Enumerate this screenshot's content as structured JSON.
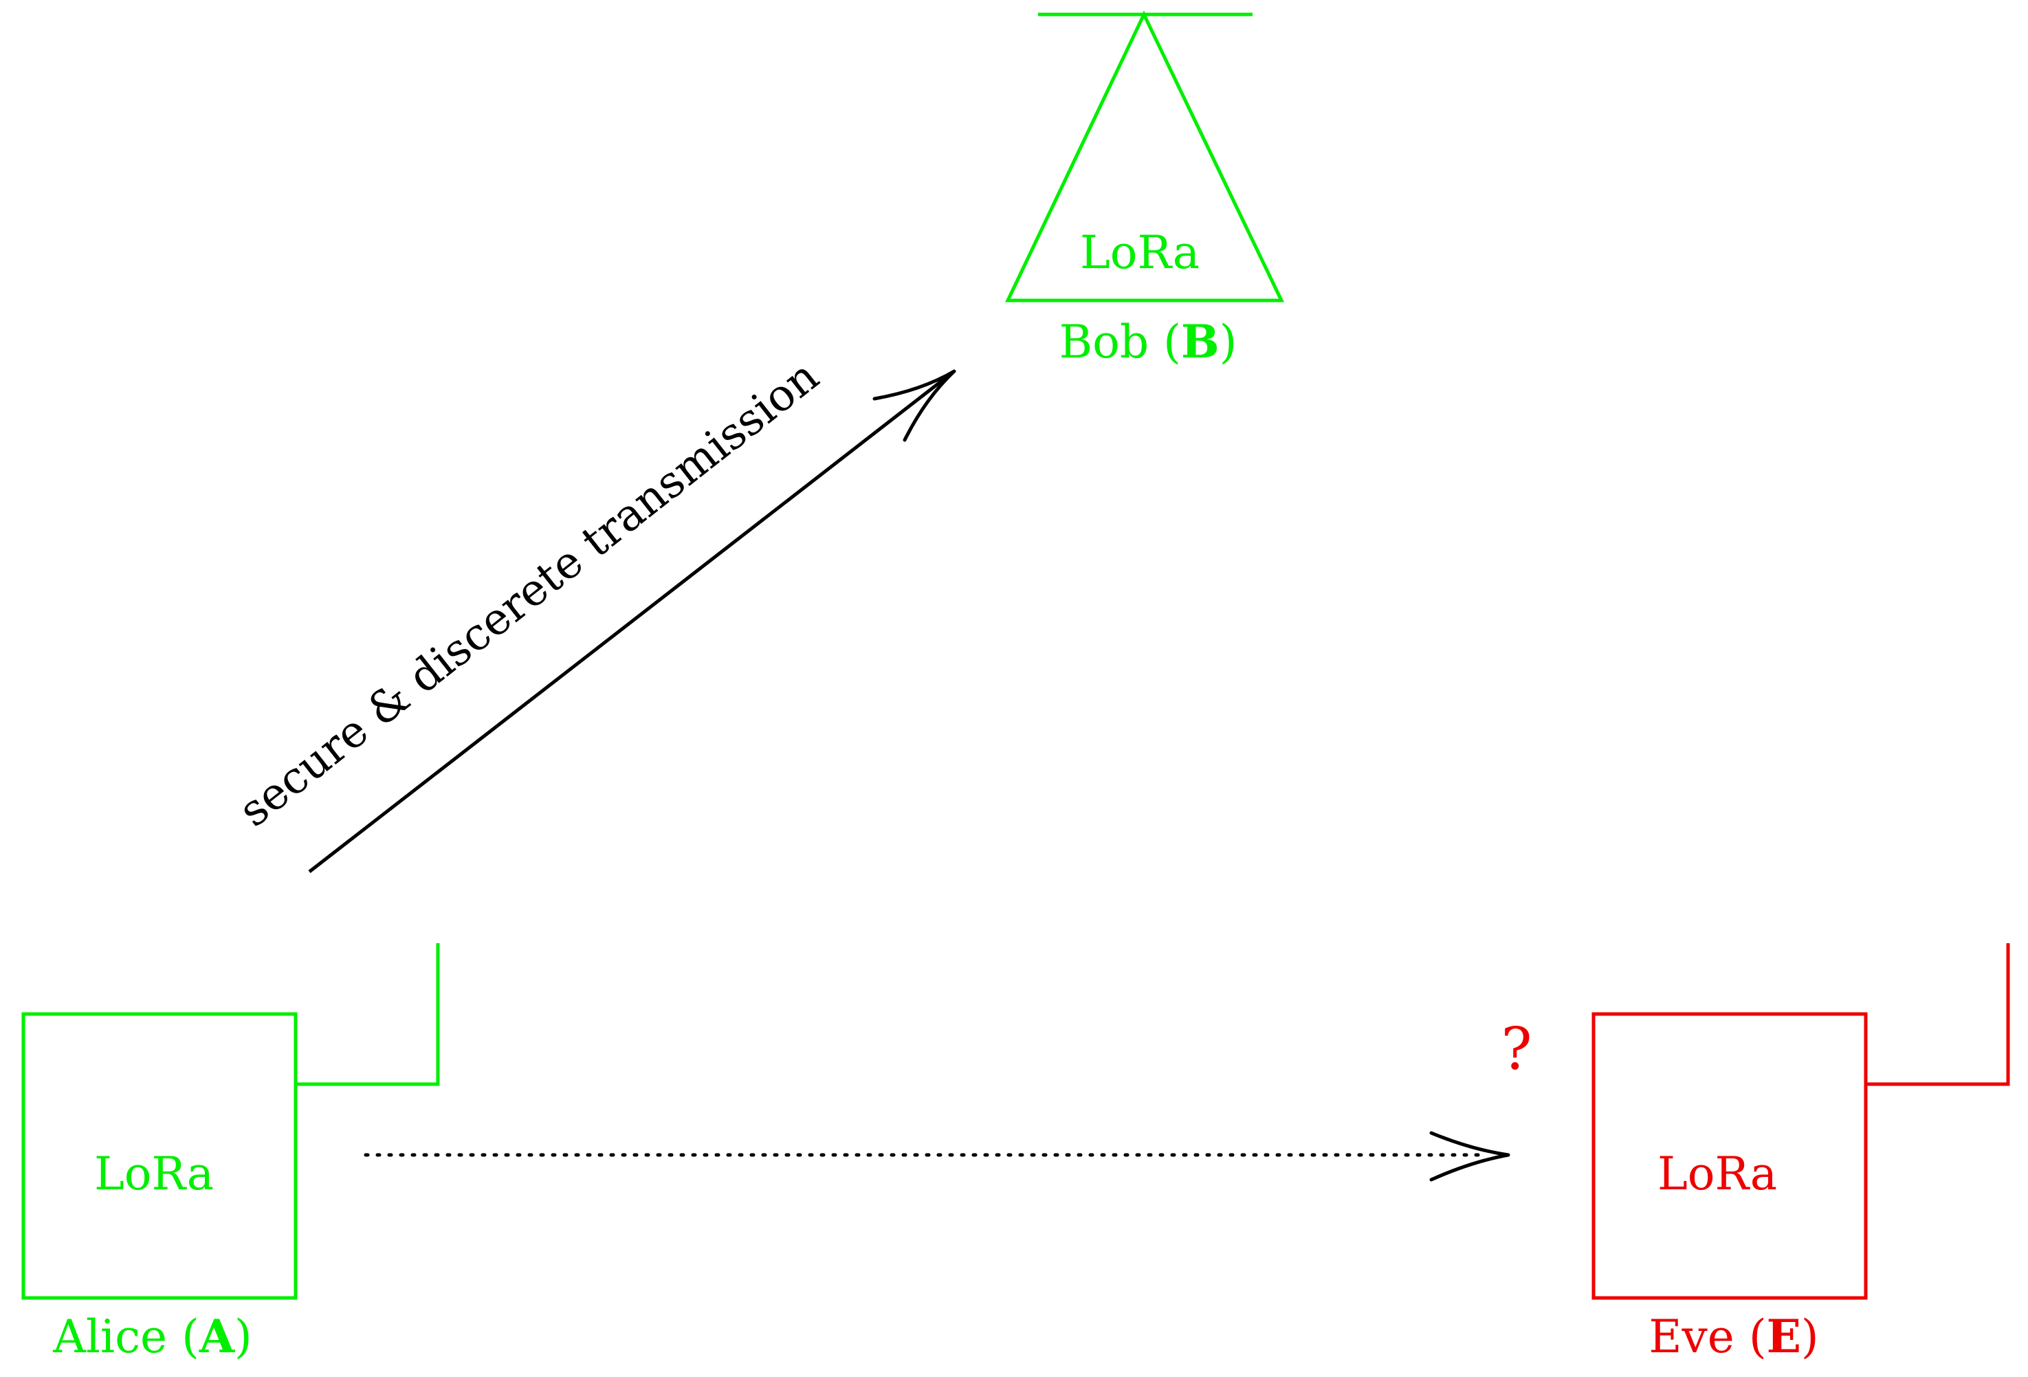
{
  "colors": {
    "trusted": "#00ee00",
    "adversary": "#ee0000",
    "link": "#000000"
  },
  "bob": {
    "device": "LoRa",
    "name_prefix": "Bob (",
    "name_bold": "B",
    "name_suffix": ")",
    "shape": "triangle"
  },
  "alice": {
    "device": "LoRa",
    "name_prefix": "Alice (",
    "name_bold": "A",
    "name_suffix": ")",
    "shape": "square"
  },
  "eve": {
    "device": "LoRa",
    "name_prefix": "Eve (",
    "name_bold": "E",
    "name_suffix": ")",
    "shape": "square",
    "mark": "?"
  },
  "links": {
    "secure": {
      "label": "secure & discerete transmission",
      "from": "Alice",
      "to": "Bob",
      "style": "solid"
    },
    "eavesdrop": {
      "from": "Alice",
      "to": "Eve",
      "style": "dotted"
    }
  }
}
